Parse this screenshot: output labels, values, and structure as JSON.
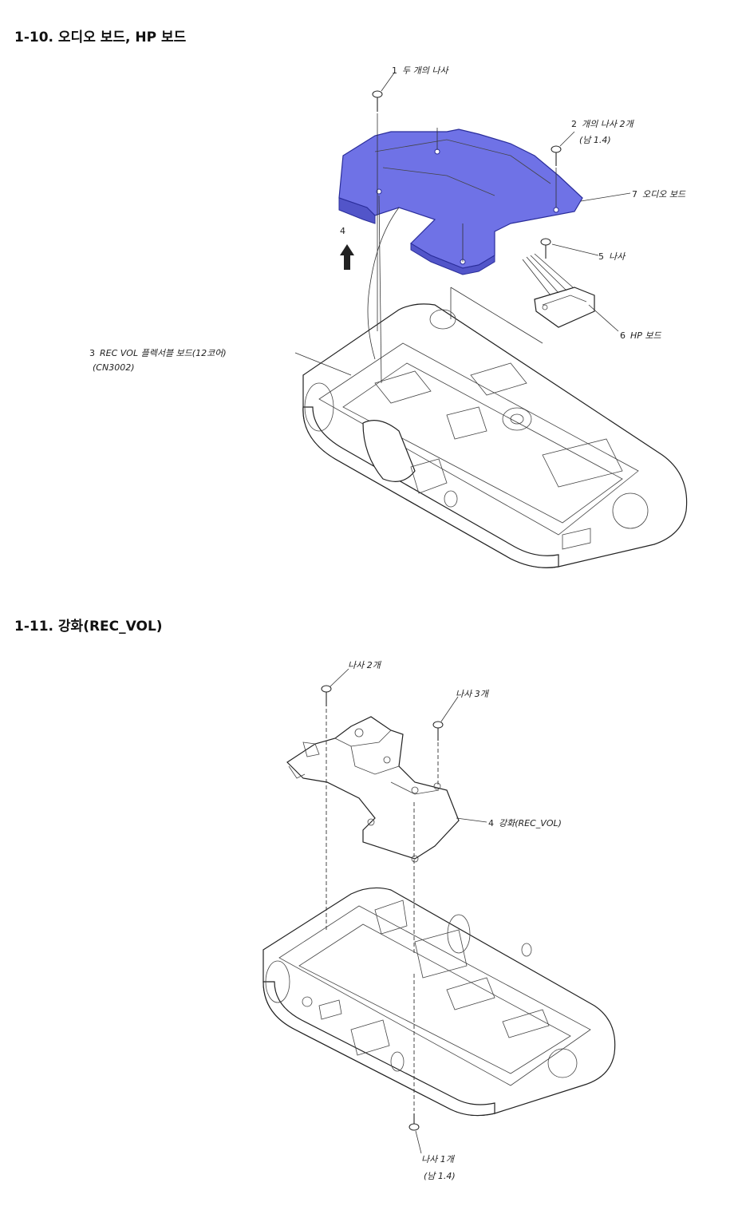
{
  "section1": {
    "title": "1-10. 오디오 보드, HP 보드",
    "labels": {
      "l1_num": "1",
      "l1_text": "두 개의 나사",
      "l2_num": "2",
      "l2_text": "개의 나사 2개",
      "l2_sub": "(남 1.4)",
      "l7_num": "7",
      "l7_text": "오디오 보드",
      "l4_num": "4",
      "l5_num": "5",
      "l5_text": "나사",
      "l6_num": "6",
      "l6_text": "HP 보드",
      "l3_num": "3",
      "l3_text": "REC VOL 플렉서블 보드(12코어)",
      "l3_sub": "(CN3002)"
    },
    "board_color": "#6f72e6"
  },
  "section2": {
    "title": "1-11. 강화(REC_VOL)",
    "labels": {
      "screw2": "나사 2개",
      "screw3": "나사 3개",
      "l4_num": "4",
      "l4_text": "강화(REC_VOL)",
      "screw1": "나사 1개",
      "screw1_sub": "(남 1.4)"
    }
  }
}
